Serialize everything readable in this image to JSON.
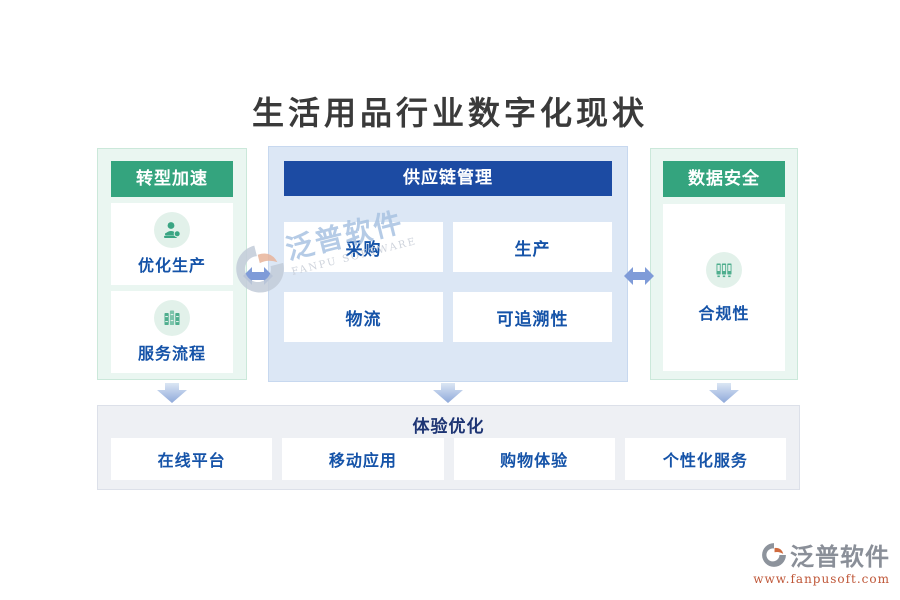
{
  "title": "生活用品行业数字化现状",
  "panels": {
    "transformation": {
      "header": "转型加速",
      "items": [
        {
          "label": "优化生产",
          "icon": "person-stamp-icon"
        },
        {
          "label": "服务流程",
          "icon": "books-icon"
        }
      ]
    },
    "supply_chain": {
      "header": "供应链管理",
      "items": [
        {
          "label": "采购"
        },
        {
          "label": "生产"
        },
        {
          "label": "物流"
        },
        {
          "label": "可追溯性"
        }
      ]
    },
    "data_security": {
      "header": "数据安全",
      "items": [
        {
          "label": "合规性",
          "icon": "binders-icon"
        }
      ]
    },
    "experience": {
      "header": "体验优化",
      "items": [
        {
          "label": "在线平台"
        },
        {
          "label": "移动应用"
        },
        {
          "label": "购物体验"
        },
        {
          "label": "个性化服务"
        }
      ]
    }
  },
  "watermark": {
    "brand": "泛普软件",
    "brand_en": "FANPU SOFTWARE"
  },
  "footer": {
    "brand": "泛普软件",
    "url": "www.fanpusoft.com"
  },
  "colors": {
    "green_header": "#34a47e",
    "blue_header": "#1c4ba3",
    "label_blue": "#1553a8",
    "navy_text": "#1d3473",
    "arrow_blue": "#7f9bd8",
    "mint_panel_bg": "#eaf6f1",
    "blue_panel_bg": "#dce7f5",
    "gray_panel_bg": "#eef0f4",
    "footer_url_red": "#bf5637"
  }
}
